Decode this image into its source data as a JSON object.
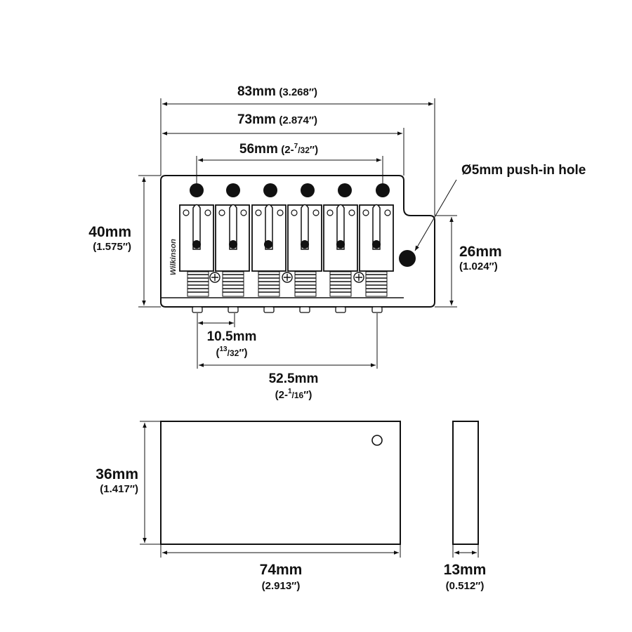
{
  "bridge": {
    "width_total": {
      "mm": "83mm",
      "inch": "(3.268″)"
    },
    "width_base": {
      "mm": "73mm",
      "inch": "(2.874″)"
    },
    "string_spread": {
      "mm": "56mm",
      "inch_prefix": "(2-",
      "inch_num": "7",
      "inch_den": "/32",
      "inch_suffix": "″)"
    },
    "height": {
      "mm": "40mm",
      "inch": "(1.575″)"
    },
    "side_height": {
      "mm": "26mm",
      "inch": "(1.024″)"
    },
    "push_in_hole": "Ø5mm push-in hole",
    "string_spacing": {
      "mm": "10.5mm",
      "inch_open": "(",
      "inch_num": "13",
      "inch_den": "/32",
      "inch_suffix": "″)"
    },
    "saddle_span": {
      "mm": "52.5mm",
      "inch_prefix": "(2-",
      "inch_num": "1",
      "inch_den": "/16",
      "inch_suffix": "″)"
    },
    "logo_text": "Wilkinson",
    "string_holes": 6,
    "saddles": 6
  },
  "block": {
    "height": {
      "mm": "36mm",
      "inch": "(1.417″)"
    },
    "width": {
      "mm": "74mm",
      "inch": "(2.913″)"
    },
    "depth": {
      "mm": "13mm",
      "inch": "(0.512″)"
    }
  }
}
